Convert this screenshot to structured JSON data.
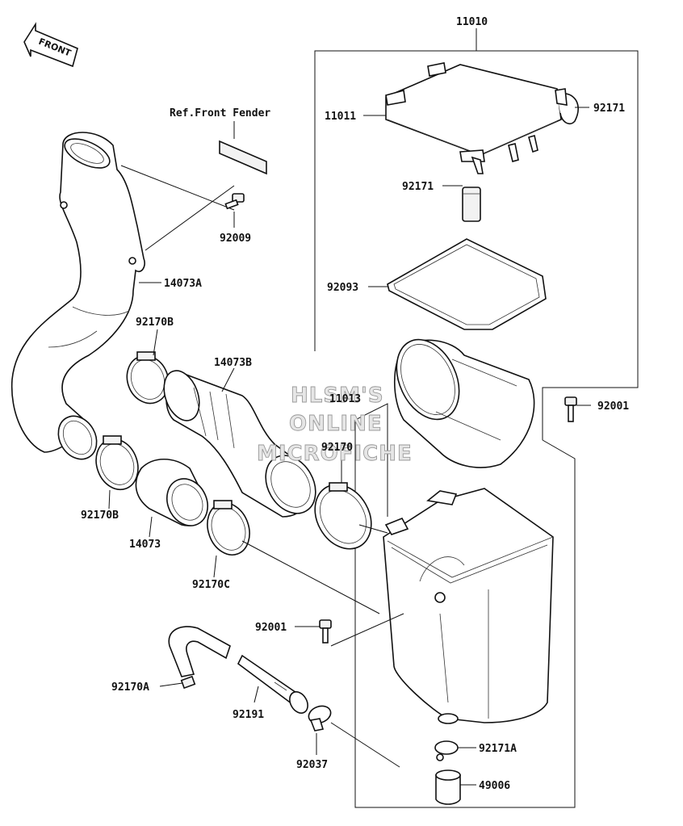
{
  "front_arrow": {
    "text": "FRONT"
  },
  "reference_note": "Ref.Front Fender",
  "watermark": [
    "HLSM'S",
    "ONLINE",
    "MICROFICHE"
  ],
  "labels": {
    "assembly_top": "11010",
    "lid": "11011",
    "clip_top": "92171",
    "clip_mid": "92171",
    "gasket": "92093",
    "element": "11013",
    "bolt_right": "92001",
    "bolt_left": "92009",
    "duct_main": "14073A",
    "duct_mid": "14073B",
    "duct_short": "14073",
    "clamp_top": "92170B",
    "clamp_left": "92170B",
    "clamp_c": "92170C",
    "clamp_right": "92170",
    "bolt_case": "92001",
    "clamp_a": "92170A",
    "hose": "92191",
    "clip_small": "92037",
    "clip_drain": "92171A",
    "drain_cap": "49006"
  }
}
